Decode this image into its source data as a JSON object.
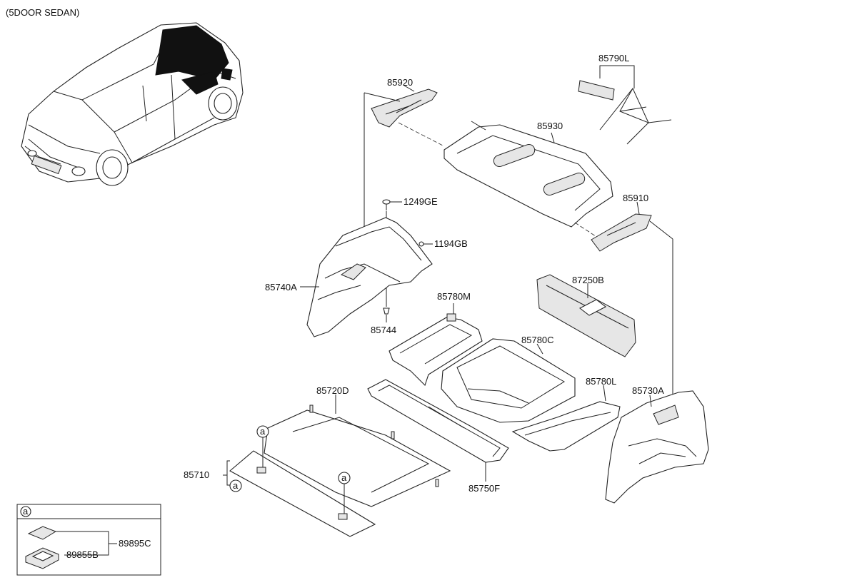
{
  "caption": "(5DOOR SEDAN)",
  "labels": {
    "p85920": "85920",
    "p85790L": "85790L",
    "p85930": "85930",
    "p85910": "85910",
    "p1249GE": "1249GE",
    "p1194GB": "1194GB",
    "p85740A": "85740A",
    "p85744": "85744",
    "p85780M": "85780M",
    "p87250B": "87250B",
    "p85780C": "85780C",
    "p85780L": "85780L",
    "p85720D": "85720D",
    "p85730A": "85730A",
    "p85710": "85710",
    "p85750F": "85750F",
    "p89895C": "89895C",
    "p89855B": "89855B"
  },
  "callouts": {
    "a": "a"
  }
}
